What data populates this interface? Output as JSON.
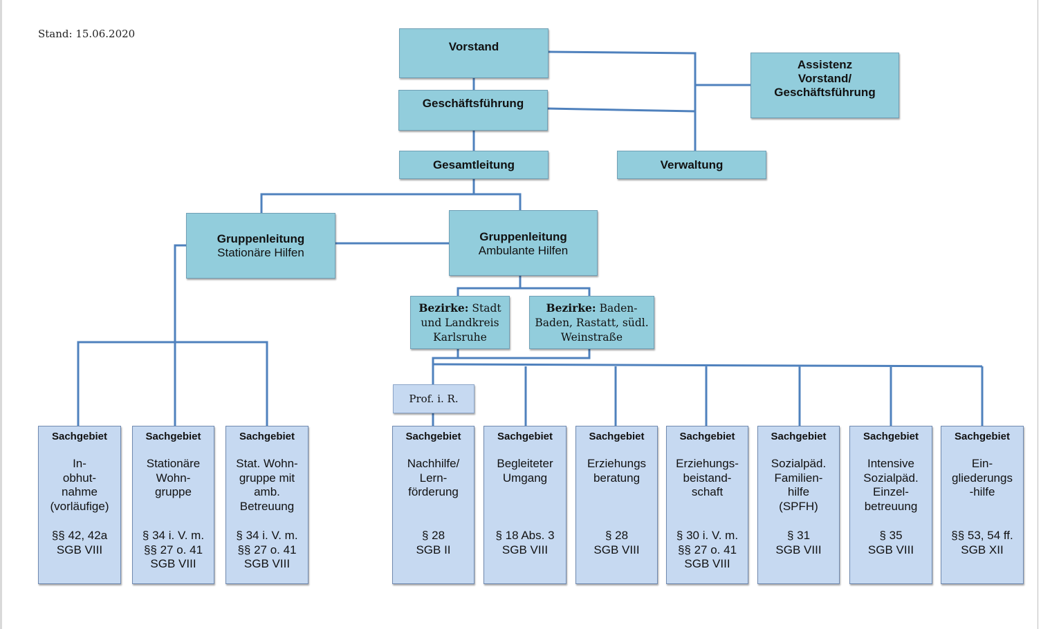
{
  "stand": "Stand: 15.06.2020",
  "colors": {
    "level_fill": "#92cddc",
    "unit_fill": "#c6d9f1",
    "line": "#4f81bd"
  },
  "boxes": {
    "vorstand": "Vorstand",
    "assistenz": "Assistenz\nVorstand/\nGeschäftsführung",
    "geschaeftsfuehrung": "Geschäftsführung",
    "gesamtleitung": "Gesamtleitung",
    "verwaltung": "Verwaltung",
    "gl_stationaer": {
      "title": "Gruppenleitung",
      "subtitle": "Stationäre Hilfen"
    },
    "gl_ambulant": {
      "title": "Gruppenleitung",
      "subtitle": "Ambulante Hilfen"
    },
    "bezirk1": {
      "label": "Bezirke:",
      "text": " Stadt\nund Landkreis\nKarlsruhe"
    },
    "bezirk2": {
      "label": "Bezirke:",
      "text": " Baden-\nBaden, Rastatt, südl.\nWeinstraße"
    },
    "prof": "Prof. i. R."
  },
  "sachgebiete": [
    {
      "head": "Sachgebiet",
      "name": "In-\nobhut-\nnahme\n(vorläufige)",
      "law": "§§ 42, 42a\nSGB VIII"
    },
    {
      "head": "Sachgebiet",
      "name": "Stationäre\nWohn-\ngruppe",
      "law": "§ 34 i. V. m.\n§§ 27 o. 41\nSGB VIII"
    },
    {
      "head": "Sachgebiet",
      "name": "Stat. Wohn-\ngruppe mit\namb.\nBetreuung",
      "law": "§ 34 i. V. m.\n§§ 27 o. 41\nSGB VIII"
    },
    {
      "head": "Sachgebiet",
      "name": "Nachhilfe/\nLern-\nförderung",
      "law": "§ 28\nSGB II"
    },
    {
      "head": "Sachgebiet",
      "name": "Begleiteter\nUmgang",
      "law": "§ 18 Abs. 3\nSGB VIII"
    },
    {
      "head": "Sachgebiet",
      "name": "Erziehungs\nberatung",
      "law": "§ 28\nSGB VIII"
    },
    {
      "head": "Sachgebiet",
      "name": "Erziehungs-\nbeistand-\nschaft",
      "law": "§ 30 i. V. m.\n§§ 27 o. 41\nSGB VIII"
    },
    {
      "head": "Sachgebiet",
      "name": "Sozialpäd.\nFamilien-\nhilfe\n(SPFH)",
      "law": "§ 31\nSGB VIII"
    },
    {
      "head": "Sachgebiet",
      "name": "Intensive\nSozialpäd.\nEinzel-\nbetreuung",
      "law": "§ 35\nSGB VIII"
    },
    {
      "head": "Sachgebiet",
      "name": "Ein-\ngliederungs\n-hilfe",
      "law": "§§ 53, 54 ff.\nSGB XII"
    }
  ]
}
